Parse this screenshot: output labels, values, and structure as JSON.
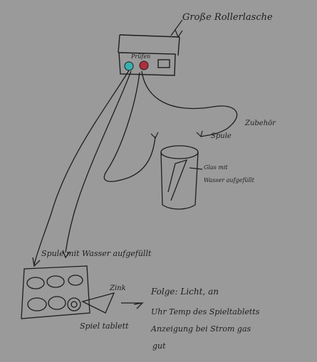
{
  "labels": {
    "device_title": "Große Rollerlasche",
    "device_inner": "Prüfen",
    "wire_label_upper": "Zubehör",
    "wire_label_coil": "Spule",
    "glass_label_line1": "Glas mit",
    "glass_label_line2": "Wasser aufgefüllt",
    "coil_label_bottom": "Spule mit Wasser aufgefüllt",
    "zink_label": "Zink",
    "sheet_label": "Spiel tablett",
    "note_line1": "Folge: Licht, an",
    "note_line2": "Uhr Temp des Spieltabletts",
    "note_line3": "Anzeigung bei Strom gas",
    "note_line4": "gut"
  },
  "colors": {
    "paper": "#9a9a9a",
    "ink": "#1e1e1e",
    "terminal_left": "#38b0b0",
    "terminal_right": "#b02e3e"
  },
  "icons": {
    "arrow": "arrow-icon",
    "knob": "knob-icon"
  }
}
